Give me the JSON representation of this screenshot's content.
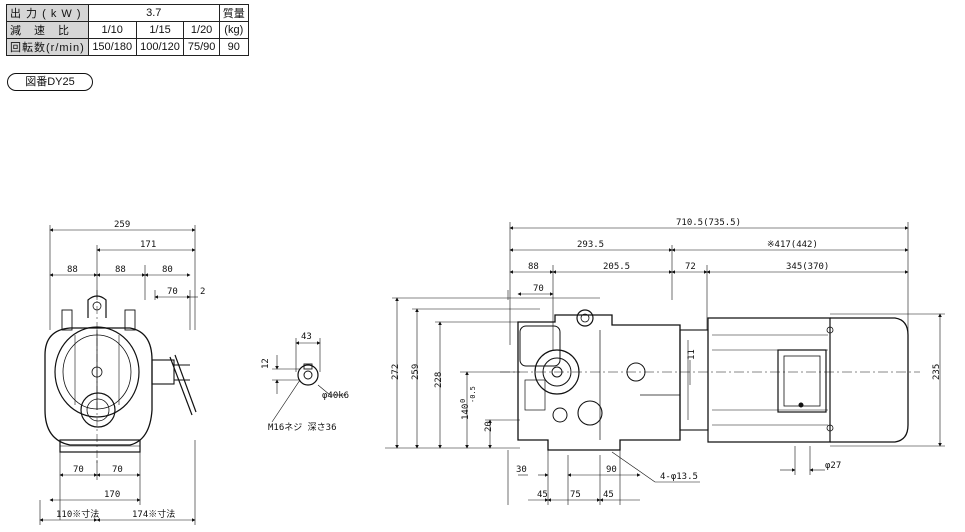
{
  "spec_table": {
    "header_output": "出 力 ( k W )",
    "output_value": "3.7",
    "header_weight": "質量",
    "header_ratio": "減　速　比",
    "ratios": [
      "1/10",
      "1/15",
      "1/20"
    ],
    "weight_unit": "(kg)",
    "header_speed": "回転数(r/min)",
    "speeds": [
      "150/180",
      "100/120",
      "75/90"
    ],
    "weight_value": "90"
  },
  "figure_label": "図番DY25",
  "front_view": {
    "overall_width": "259",
    "upper_width": "171",
    "left_a": "88",
    "left_b": "88",
    "left_c": "80",
    "key_offset": "70",
    "key_gap": "2",
    "foot_left": "70",
    "foot_right": "70",
    "foot_total": "170",
    "base_left": "110※寸法",
    "base_right": "174※寸法"
  },
  "shaft_detail": {
    "key_width": "43",
    "key_height": "12",
    "diameter": "φ40k6",
    "thread": "M16ネジ 深さ36"
  },
  "side_view": {
    "overall_length": "710.5(735.5)",
    "gear_length": "293.5",
    "motor_length": "※417(442)",
    "a_88": "88",
    "a_205": "205.5",
    "a_72": "72",
    "a_345": "345(370)",
    "a_70": "70",
    "height_272": "272",
    "height_259": "259",
    "height_228": "228",
    "height_140": "140",
    "tol_140": "0\n-0.5",
    "tol_upper": "0",
    "tol_lower": "-0.5",
    "height_20": "20",
    "dim_11": "11",
    "dim_235": "235",
    "dim_30": "30",
    "dim_90": "90",
    "dim_45a": "45",
    "dim_75": "75",
    "dim_45b": "45",
    "holes": "4-φ13.5",
    "dim_27": "φ27"
  }
}
